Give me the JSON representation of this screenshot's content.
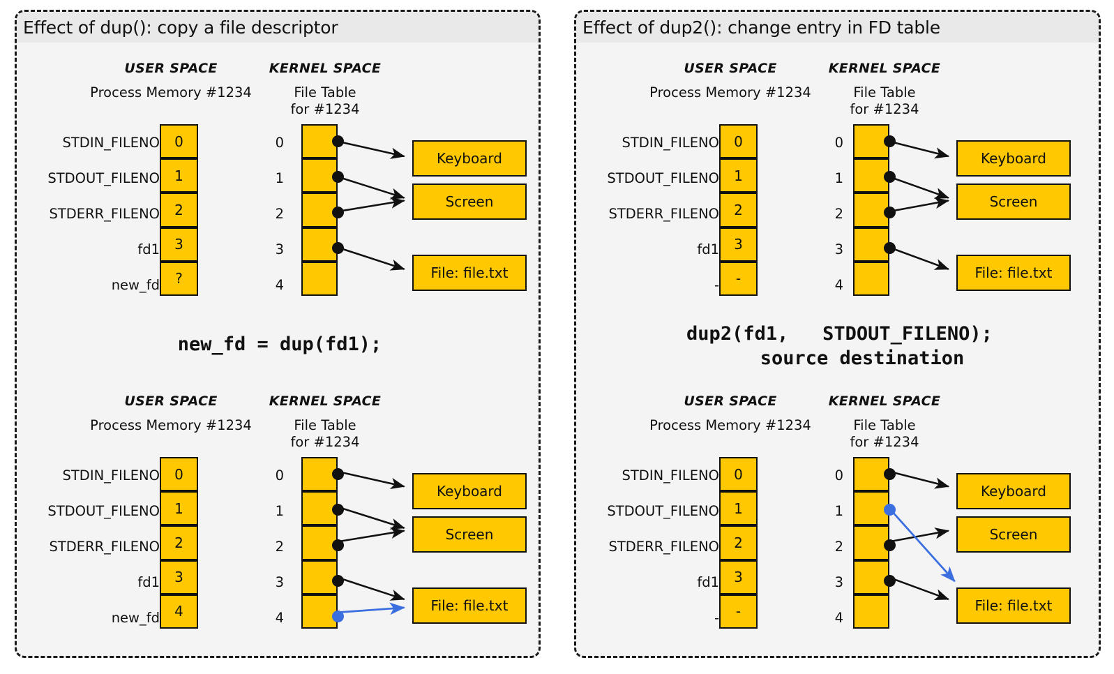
{
  "panels": [
    {
      "id": "dup",
      "title": "Effect of dup(): copy a file descriptor",
      "code_line1": "new_fd = dup(fd1);",
      "code_line2": "",
      "diagrams": [
        {
          "user_space_header": "USER SPACE",
          "kernel_space_header": "KERNEL SPACE",
          "process_memory_title": "Process Memory #1234",
          "file_table_title_l1": "File Table",
          "file_table_title_l2": "for #1234",
          "fd_labels": [
            "STDIN_FILENO",
            "STDOUT_FILENO",
            "STDERR_FILENO",
            "fd1",
            "new_fd"
          ],
          "fd_values": [
            "0",
            "1",
            "2",
            "3",
            "?"
          ],
          "slot_indices": [
            "0",
            "1",
            "2",
            "3",
            "4"
          ],
          "devices": [
            "Keyboard",
            "Screen",
            "File: file.txt"
          ]
        },
        {
          "user_space_header": "USER SPACE",
          "kernel_space_header": "KERNEL SPACE",
          "process_memory_title": "Process Memory #1234",
          "file_table_title_l1": "File Table",
          "file_table_title_l2": "for #1234",
          "fd_labels": [
            "STDIN_FILENO",
            "STDOUT_FILENO",
            "STDERR_FILENO",
            "fd1",
            "new_fd"
          ],
          "fd_values": [
            "0",
            "1",
            "2",
            "3",
            "4"
          ],
          "slot_indices": [
            "0",
            "1",
            "2",
            "3",
            "4"
          ],
          "devices": [
            "Keyboard",
            "Screen",
            "File: file.txt"
          ]
        }
      ]
    },
    {
      "id": "dup2",
      "title": "Effect of dup2(): change entry in FD table",
      "code_line1": "dup2(fd1,   STDOUT_FILENO);",
      "code_line2": "    source destination",
      "diagrams": [
        {
          "user_space_header": "USER SPACE",
          "kernel_space_header": "KERNEL SPACE",
          "process_memory_title": "Process Memory #1234",
          "file_table_title_l1": "File Table",
          "file_table_title_l2": "for #1234",
          "fd_labels": [
            "STDIN_FILENO",
            "STDOUT_FILENO",
            "STDERR_FILENO",
            "fd1",
            "-"
          ],
          "fd_values": [
            "0",
            "1",
            "2",
            "3",
            "-"
          ],
          "slot_indices": [
            "0",
            "1",
            "2",
            "3",
            "4"
          ],
          "devices": [
            "Keyboard",
            "Screen",
            "File: file.txt"
          ]
        },
        {
          "user_space_header": "USER SPACE",
          "kernel_space_header": "KERNEL SPACE",
          "process_memory_title": "Process Memory #1234",
          "file_table_title_l1": "File Table",
          "file_table_title_l2": "for #1234",
          "fd_labels": [
            "STDIN_FILENO",
            "STDOUT_FILENO",
            "STDERR_FILENO",
            "fd1",
            "-"
          ],
          "fd_values": [
            "0",
            "1",
            "2",
            "3",
            "-"
          ],
          "slot_indices": [
            "0",
            "1",
            "2",
            "3",
            "4"
          ],
          "devices": [
            "Keyboard",
            "Screen",
            "File: file.txt"
          ]
        }
      ]
    }
  ],
  "colors": {
    "cell_fill": "#FFC800",
    "stroke": "#111111",
    "highlight_arrow": "#3b6fe0",
    "panel_bg": "#f4f4f4",
    "title_bg": "#e9e9e9"
  },
  "connections": {
    "dup_top": [
      {
        "from": 0,
        "to": "Keyboard"
      },
      {
        "from": 1,
        "to": "Screen"
      },
      {
        "from": 2,
        "to": "Screen"
      },
      {
        "from": 3,
        "to": "File: file.txt"
      }
    ],
    "dup_bottom": [
      {
        "from": 0,
        "to": "Keyboard"
      },
      {
        "from": 1,
        "to": "Screen"
      },
      {
        "from": 2,
        "to": "Screen"
      },
      {
        "from": 3,
        "to": "File: file.txt"
      },
      {
        "from": 4,
        "to": "File: file.txt",
        "highlight": true
      }
    ],
    "dup2_top": [
      {
        "from": 0,
        "to": "Keyboard"
      },
      {
        "from": 1,
        "to": "Screen"
      },
      {
        "from": 2,
        "to": "Screen"
      },
      {
        "from": 3,
        "to": "File: file.txt"
      }
    ],
    "dup2_bottom": [
      {
        "from": 0,
        "to": "Keyboard"
      },
      {
        "from": 1,
        "to": "File: file.txt",
        "highlight": true
      },
      {
        "from": 2,
        "to": "Screen"
      },
      {
        "from": 3,
        "to": "File: file.txt"
      }
    ]
  }
}
